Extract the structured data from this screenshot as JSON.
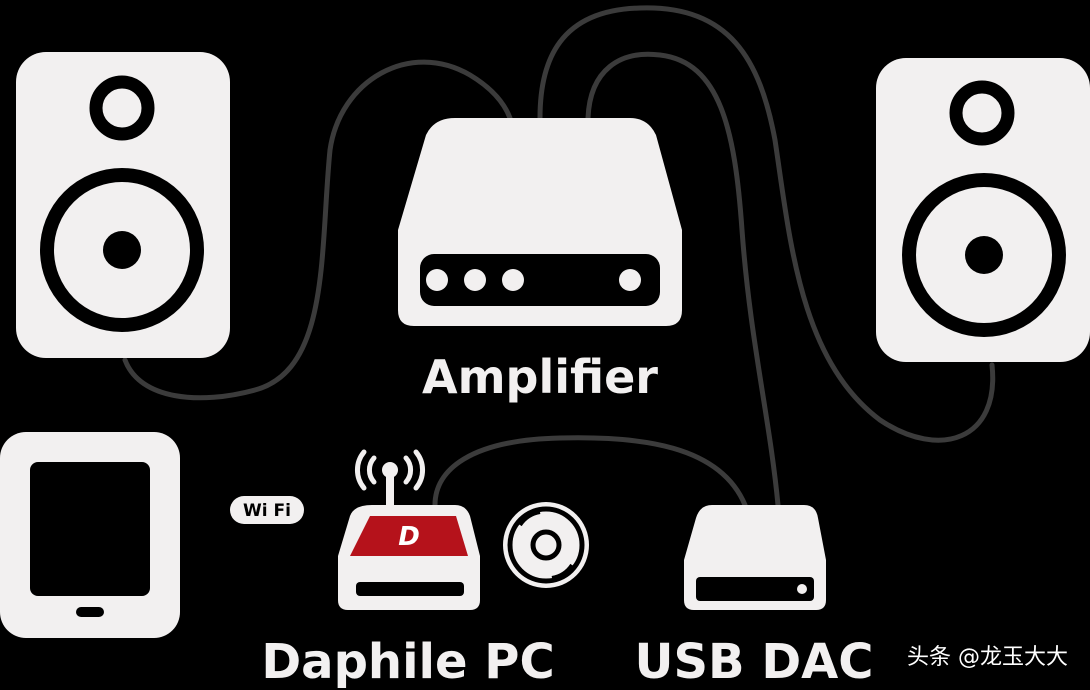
{
  "labels": {
    "amplifier": "Amplifier",
    "daphile_pc": "Daphile PC",
    "usb_dac": "USB DAC",
    "wifi": "Wi Fi",
    "daphile_logo_letter": "D",
    "watermark": "头条 @龙玉大大"
  },
  "icons": {
    "left_speaker": "speaker-icon",
    "right_speaker": "speaker-icon",
    "amplifier": "amplifier-icon",
    "tablet": "tablet-icon",
    "wifi": "wifi-icon",
    "daphile_pc": "daphile-pc-icon",
    "disc": "cd-disc-icon",
    "usb_dac": "usb-dac-icon"
  },
  "colors": {
    "background": "#000000",
    "device": "#f2f0f0",
    "cable": "#3a3a3a",
    "daphile_red": "#b5121b"
  }
}
